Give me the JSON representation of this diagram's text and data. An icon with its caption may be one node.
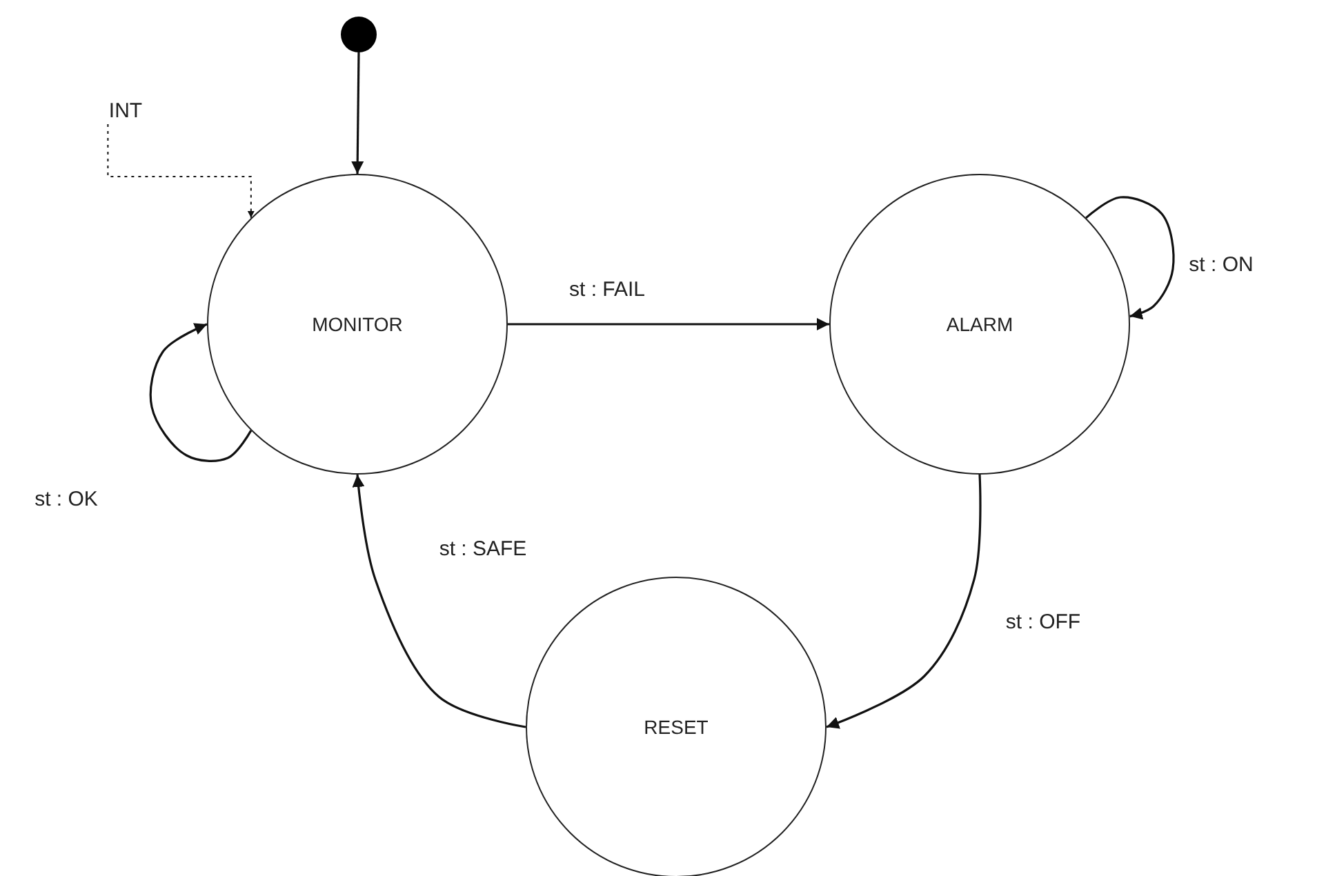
{
  "diagram": {
    "nodes": [
      {
        "text": [],
        "shape": "circle"
      },
      {
        "text": [
          "INT"
        ]
      },
      {
        "text": [
          "MONITOR"
        ]
      },
      {
        "text": [
          "ALARM"
        ]
      },
      {
        "text": [
          "RESET"
        ]
      }
    ],
    "edges": [
      {
        "from": 0,
        "to": 2,
        "arrow": "to"
      },
      {
        "from": 2,
        "to": 3,
        "arrow": "to",
        "label": "st : FAIL"
      },
      {
        "from": 3,
        "to": 3,
        "arrow": "to",
        "label": "st : ON"
      },
      {
        "from": 3,
        "to": 4,
        "arrow": "to",
        "label": "st : OFF"
      },
      {
        "from": 4,
        "to": 2,
        "arrow": "to",
        "label": "st : SAFE"
      },
      {
        "from": 2,
        "to": 2,
        "arrow": "to",
        "label": "st : OK"
      },
      {
        "from": 1,
        "to": 2,
        "arrow": "to",
        "style": "dashed"
      }
    ]
  }
}
